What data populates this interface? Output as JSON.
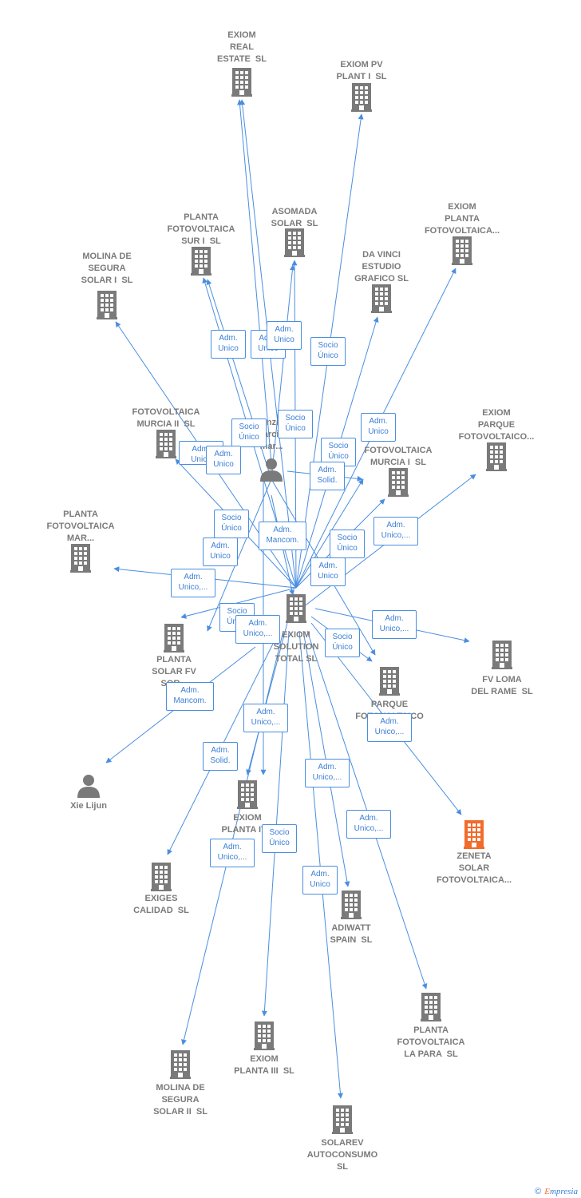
{
  "colors": {
    "edge": "#4a8ee0",
    "company": "#7a7a7a",
    "highlight": "#f26b2b",
    "person": "#7a7a7a"
  },
  "nodes": [
    {
      "id": "center",
      "kind": "company",
      "label": "EXIOM\nSOLUTION\nTOTAL SL",
      "icon": "building-icon"
    },
    {
      "id": "real",
      "kind": "company",
      "label": "EXIOM\nREAL\nESTATE  SL",
      "icon": "building-icon"
    },
    {
      "id": "pv1",
      "kind": "company",
      "label": "EXIOM PV\nPLANT I  SL",
      "icon": "building-icon"
    },
    {
      "id": "asomada",
      "kind": "company",
      "label": "ASOMADA\nSOLAR  SL",
      "icon": "building-icon"
    },
    {
      "id": "surI",
      "kind": "company",
      "label": "PLANTA\nFOTOVOLTAICA\nSUR I  SL",
      "icon": "building-icon"
    },
    {
      "id": "planta_fv",
      "kind": "company",
      "label": "EXIOM\nPLANTA\nFOTOVOLTAICA...",
      "icon": "building-icon"
    },
    {
      "id": "molina1",
      "kind": "company",
      "label": "MOLINA DE\nSEGURA\nSOLAR I  SL",
      "icon": "building-icon"
    },
    {
      "id": "davinci",
      "kind": "company",
      "label": "DA VINCI\nESTUDIO\nGRAFICO SL",
      "icon": "building-icon"
    },
    {
      "id": "murcia2",
      "kind": "company",
      "label": "FOTOVOLTAICA\nMURCIA II  SL",
      "icon": "building-icon"
    },
    {
      "id": "gonzalo",
      "kind": "person",
      "label": "Gonza...\nGarci...\nmar...",
      "icon": "person-icon"
    },
    {
      "id": "murcia1",
      "kind": "company",
      "label": "FOTOVOLTAICA\nMURCIA I  SL",
      "icon": "building-icon"
    },
    {
      "id": "parque",
      "kind": "company",
      "label": "EXIOM\nPARQUE\nFOTOVOLTAICO...",
      "icon": "building-icon"
    },
    {
      "id": "mar",
      "kind": "company",
      "label": "PLANTA\nFOTOVOLTAICA\nMAR...",
      "icon": "building-icon"
    },
    {
      "id": "sorbas",
      "kind": "company",
      "label": "PLANTA\nSOLAR FV\nSOR...",
      "icon": "building-icon"
    },
    {
      "id": "rame",
      "kind": "company",
      "label": "FV LOMA\nDEL RAME  SL",
      "icon": "building-icon"
    },
    {
      "id": "parque2",
      "kind": "company",
      "label": "PARQUE\nFOTOVOLTAICO\nS...",
      "icon": "building-icon"
    },
    {
      "id": "xie",
      "kind": "person",
      "label": "Xie Lijun",
      "icon": "person-icon"
    },
    {
      "id": "zeneta",
      "kind": "company",
      "label": "ZENETA\nSOLAR\nFOTOVOLTAICA...",
      "icon": "building-icon",
      "highlight": true
    },
    {
      "id": "pIV",
      "kind": "company",
      "label": "EXIOM\nPLANTA IV...",
      "icon": "building-icon"
    },
    {
      "id": "exiges",
      "kind": "company",
      "label": "EXIGES\nCALIDAD  SL",
      "icon": "building-icon"
    },
    {
      "id": "adiwatt",
      "kind": "company",
      "label": "ADIWATT\nSPAIN  SL",
      "icon": "building-icon"
    },
    {
      "id": "lapara",
      "kind": "company",
      "label": "PLANTA\nFOTOVOLTAICA\nLA PARA  SL",
      "icon": "building-icon"
    },
    {
      "id": "pIII",
      "kind": "company",
      "label": "EXIOM\nPLANTA III  SL",
      "icon": "building-icon"
    },
    {
      "id": "molina2",
      "kind": "company",
      "label": "MOLINA DE\nSEGURA\nSOLAR II  SL",
      "icon": "building-icon"
    },
    {
      "id": "solarev",
      "kind": "company",
      "label": "SOLAREV\nAUTOCONSUMO\nSL",
      "icon": "building-icon"
    }
  ],
  "edge_labels": [
    "Adm.\nUnico",
    "Adm.\nUnico",
    "Adm.\nUnico",
    "Socio\nÚnico",
    "Socio\nÚnico",
    "Socio\nÚnico",
    "Adm.\nUnico",
    "Adm.\nUnico",
    "Socio\nÚnico",
    "Adm.\nSolid.",
    "Adm.\nUnico",
    "Socio\nÚnico",
    "Adm.\nUnico",
    "Adm.\nMancom.",
    "Socio\nÚnico",
    "Adm.\nUnico,...",
    "Adm.\nUnico,...",
    "Adm.\nUnico",
    "Socio\nÚnico",
    "Adm.\nUnico,...",
    "Adm.\nUnico,...",
    "Socio\nÚnico",
    "Adm.\nMancom.",
    "Adm.\nUnico,...",
    "Adm.\nUnico,...",
    "Adm.\nSolid.",
    "Adm.\nUnico,...",
    "Socio\nÚnico",
    "Adm.\nUnico,...",
    "Adm.\nUnico,...",
    "Adm.\nUnico"
  ],
  "footer": {
    "copyright": "©",
    "brand_e": "E",
    "brand_rest": "mpresia"
  }
}
